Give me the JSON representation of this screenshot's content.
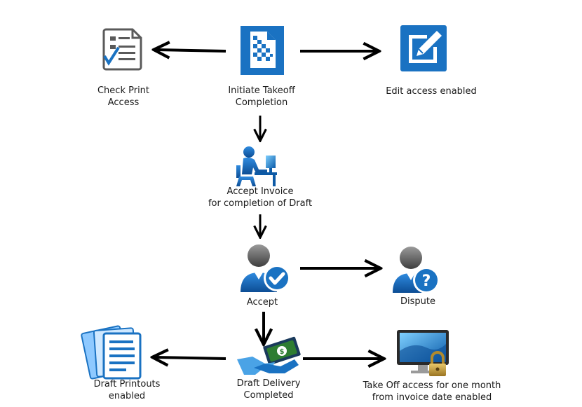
{
  "nodes": {
    "check_print": {
      "line1": "Check Print",
      "line2": "Access",
      "icon": "checklist-document-icon"
    },
    "initiate_takeoff": {
      "line1": "Initiate Takeoff",
      "line2": "Completion",
      "icon": "document-pixel-icon"
    },
    "edit_access": {
      "line1": "Edit access enabled",
      "icon": "edit-pencil-icon"
    },
    "accept_invoice": {
      "line1": "Accept Invoice",
      "line2": "for completion of Draft",
      "icon": "person-at-desk-icon"
    },
    "accept": {
      "line1": "Accept",
      "icon": "user-check-icon"
    },
    "dispute": {
      "line1": "Dispute",
      "icon": "user-question-icon"
    },
    "draft_printouts": {
      "line1": "Draft Printouts",
      "line2": "enabled",
      "icon": "documents-stack-icon"
    },
    "draft_delivery": {
      "line1": "Draft Delivery",
      "line2": "Completed",
      "icon": "handshake-money-icon"
    },
    "takeoff_access": {
      "line1": "Take Off access for one month",
      "line2": "from invoice date enabled",
      "icon": "monitor-lock-icon"
    }
  },
  "edges": [
    {
      "from": "Initiate Takeoff Completion",
      "to": "Check Print Access"
    },
    {
      "from": "Initiate Takeoff Completion",
      "to": "Edit access enabled"
    },
    {
      "from": "Initiate Takeoff Completion",
      "to": "Accept Invoice for completion of Draft"
    },
    {
      "from": "Accept Invoice for completion of Draft",
      "to": "Accept"
    },
    {
      "from": "Accept",
      "to": "Dispute"
    },
    {
      "from": "Accept",
      "to": "Draft Delivery Completed"
    },
    {
      "from": "Draft Delivery Completed",
      "to": "Draft Printouts enabled"
    },
    {
      "from": "Draft Delivery Completed",
      "to": "Take Off access for one month from invoice date enabled"
    }
  ],
  "colors": {
    "icon_blue": "#1a72c2",
    "icon_blue_dark": "#0d5aa6",
    "arrow": "#000000",
    "person_gray": "#6b6b6b",
    "money_green": "#2e7d32"
  }
}
